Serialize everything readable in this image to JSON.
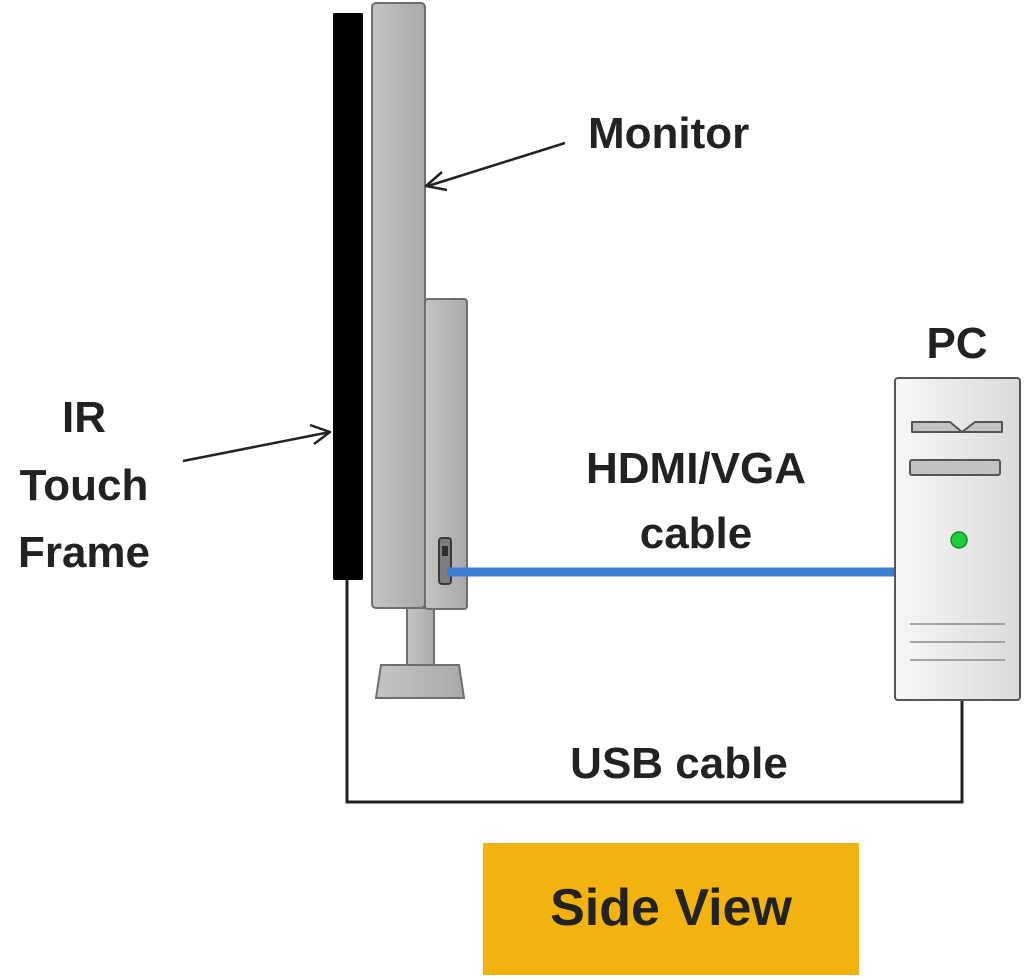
{
  "labels": {
    "monitor": "Monitor",
    "pc": "PC",
    "ir_line1": "IR",
    "ir_line2": "Touch",
    "ir_line3": "Frame",
    "hdmi_line1": "HDMI/VGA",
    "hdmi_line2": "cable",
    "usb": "USB cable",
    "view": "Side View"
  },
  "colors": {
    "frame": "#000000",
    "monitor_body": "#b4b4b4",
    "monitor_edge": "#6e6e6e",
    "pc_body": "#e9e9e9",
    "pc_edge": "#555555",
    "hdmi_cable": "#3d7fd6",
    "usb_cable": "#222222",
    "power_led": "#1fcf3a",
    "view_badge": "#f2b311",
    "text": "#222222"
  },
  "icons": {
    "pc_led": "power-led-icon",
    "hdmi_port": "port-icon"
  }
}
